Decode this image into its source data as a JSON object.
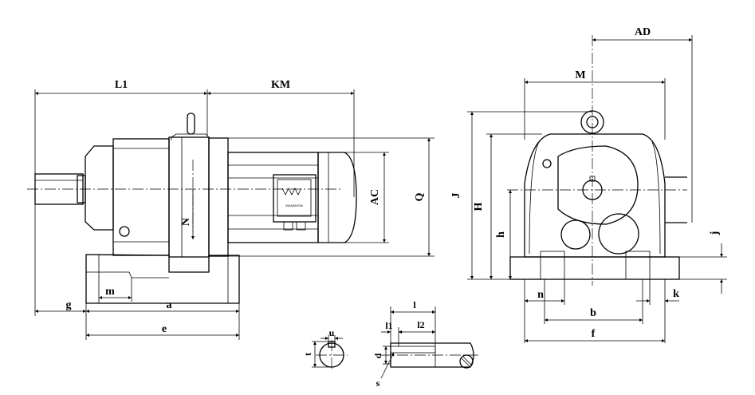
{
  "labels": {
    "L1": "L1",
    "KM": "KM",
    "AC": "AC",
    "Q": "Q",
    "N": "N",
    "g": "g",
    "m": "m",
    "a": "a",
    "e": "e",
    "AD": "AD",
    "M": "M",
    "J": "J",
    "H": "H",
    "h": "h",
    "j": "j",
    "n": "n",
    "k": "k",
    "b": "b",
    "f": "f",
    "u": "u",
    "t": "t",
    "l": "l",
    "l1": "l1",
    "l2": "l2",
    "d": "d",
    "s": "s"
  },
  "nameplate": {
    "brand": "WANSHSIN"
  }
}
